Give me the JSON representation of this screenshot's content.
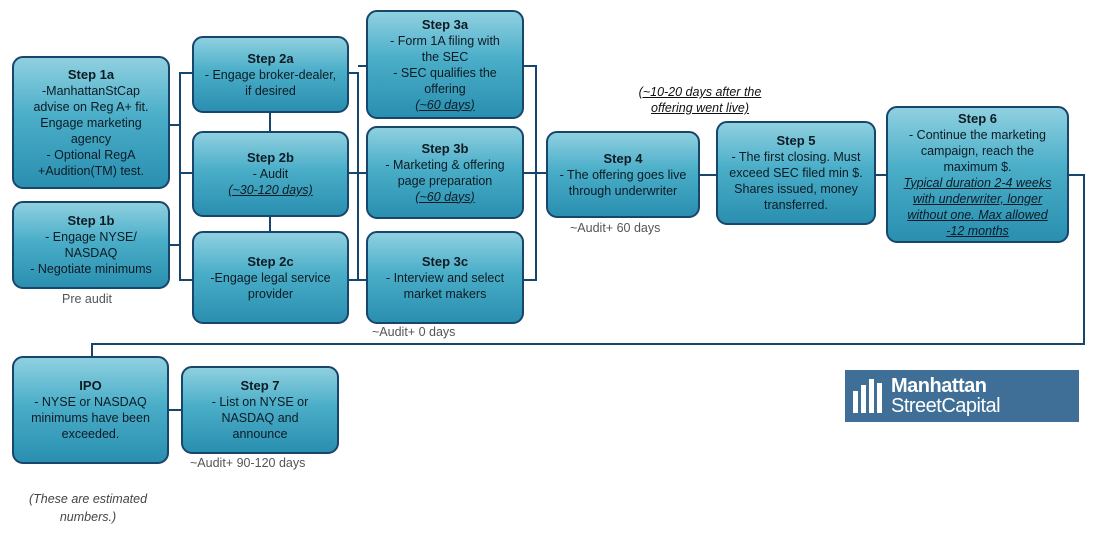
{
  "steps": {
    "step1a": {
      "title": "Step 1a",
      "lines": [
        "-ManhattanStCap",
        "advise on Reg A+ fit.",
        "Engage marketing",
        "agency",
        "- Optional RegA",
        "+Audition(TM) test."
      ]
    },
    "step1b": {
      "title": "Step 1b",
      "lines": [
        "- Engage NYSE/",
        "NASDAQ",
        "- Negotiate minimums"
      ]
    },
    "step2a": {
      "title": "Step 2a",
      "lines": [
        "- Engage broker-dealer,",
        "if desired"
      ]
    },
    "step2b": {
      "title": "Step 2b",
      "lines": [
        "- Audit"
      ],
      "italic": "(~30-120 days)"
    },
    "step2c": {
      "title": "Step 2c",
      "lines": [
        "-Engage legal service",
        "provider"
      ]
    },
    "step3a": {
      "title": "Step 3a",
      "lines": [
        "- Form 1A filing with",
        "the SEC",
        "- SEC qualifies the",
        "offering"
      ],
      "italic": "(~60 days)"
    },
    "step3b": {
      "title": "Step 3b",
      "lines": [
        "- Marketing & offering",
        "page preparation"
      ],
      "italic": "(~60 days)"
    },
    "step3c": {
      "title": "Step 3c",
      "lines": [
        "- Interview and select",
        "market makers"
      ]
    },
    "step4": {
      "title": "Step 4",
      "lines": [
        "- The offering goes live",
        "through underwriter"
      ]
    },
    "step5": {
      "title": "Step 5",
      "lines": [
        "- The first closing. Must",
        "exceed SEC filed min $.",
        "Shares issued, money",
        "transferred."
      ]
    },
    "step6": {
      "title": "Step 6",
      "lines": [
        "- Continue the marketing",
        "campaign, reach the",
        "maximum $."
      ],
      "italic_lines": [
        "Typical duration 2-4 weeks",
        "with underwriter, longer",
        "without one. Max allowed",
        "-12 months"
      ]
    },
    "step7": {
      "title": "Step 7",
      "lines": [
        "- List on NYSE or",
        "NASDAQ and",
        "announce"
      ]
    },
    "ipo": {
      "title": "IPO",
      "lines": [
        "- NYSE or NASDAQ",
        "minimums have been",
        "exceeded."
      ]
    }
  },
  "notes": {
    "pre_audit": "Pre audit",
    "audit0": "~Audit+ 0 days",
    "audit60": "~Audit+ 60 days",
    "audit90": "~Audit+ 90-120 days",
    "days_after_l1": "(~10-20 days after",
    "days_after_l2": "the offering went live)",
    "estimated_l1": "(These are estimated",
    "estimated_l2": "numbers.)"
  },
  "logo": {
    "line1": "Manhattan",
    "line2": "StreetCapital"
  },
  "colors": {
    "box_border": "#17456b",
    "box_fill": "#4aaec8",
    "logo_bg": "#3f6f96"
  }
}
